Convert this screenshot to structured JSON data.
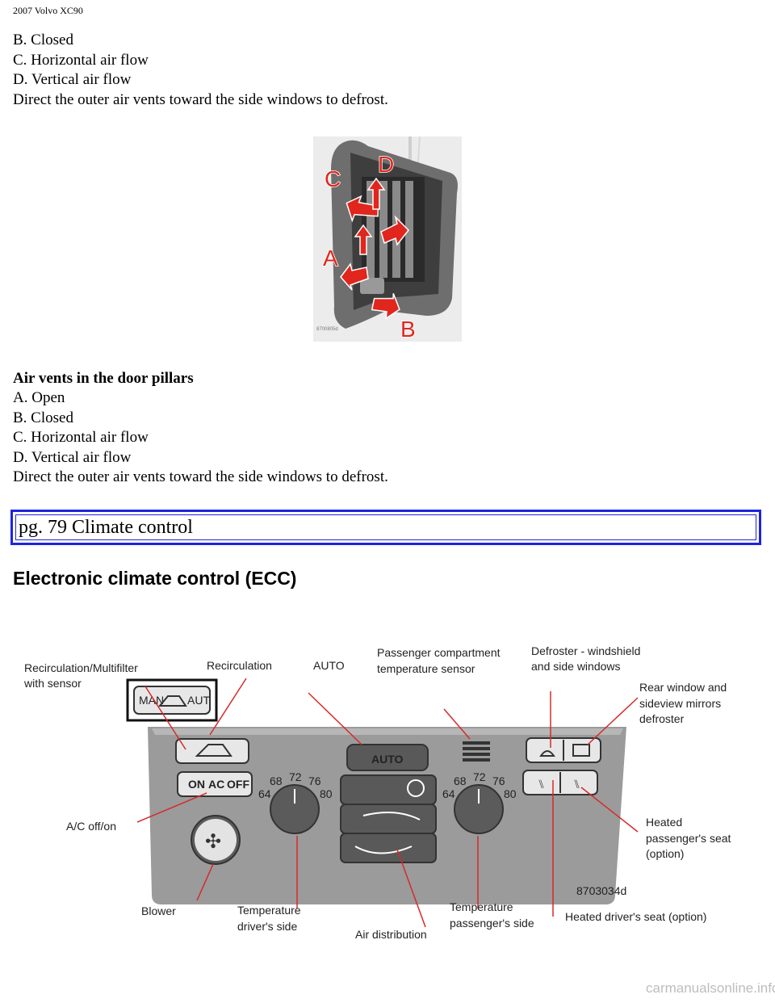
{
  "header": {
    "title": "2007 Volvo XC90"
  },
  "top_text": {
    "line_b": "B. Closed",
    "line_c": "C. Horizontal air flow",
    "line_d": "D. Vertical air flow",
    "line_tip": "Direct the outer air vents toward the side windows to defrost."
  },
  "vent_figure": {
    "label_a": "A",
    "label_b": "B",
    "label_c": "C",
    "label_d": "D",
    "code": "8700805d"
  },
  "section": {
    "heading": "Air vents in the door pillars",
    "line_a": "A. Open",
    "line_b": "B. Closed",
    "line_c": "C. Horizontal air flow",
    "line_d": "D. Vertical air flow",
    "line_tip": "Direct the outer air vents toward the side windows to defrost."
  },
  "page_box": {
    "text": "pg. 79 Climate control"
  },
  "ecc_heading": "Electronic climate control (ECC)",
  "ecc_figure": {
    "labels": {
      "recirc_multi_1": "Recirculation/Multifilter",
      "recirc_multi_2": "with sensor",
      "recirculation": "Recirculation",
      "auto": "AUTO",
      "sensor_1": "Passenger compartment",
      "sensor_2": "temperature sensor",
      "defroster_1": "Defroster - windshield",
      "defroster_2": "and side windows",
      "rear_1": "Rear window and",
      "rear_2": "sideview mirrors",
      "rear_3": "defroster",
      "ac": "A/C off/on",
      "heated_pass_1": "Heated",
      "heated_pass_2": "passenger's seat",
      "heated_pass_3": "(option)",
      "blower": "Blower",
      "temp_driver_1": "Temperature",
      "temp_driver_2": "driver's side",
      "air_dist": "Air distribution",
      "temp_pass_1": "Temperature",
      "temp_pass_2": "passenger's side",
      "heated_driver": "Heated driver's seat (option)"
    },
    "buttons": {
      "auto": "AUTO",
      "ac_on": "ON",
      "ac_mid": "AC",
      "ac_off": "OFF",
      "inset_man": "MAN",
      "inset_aut": "AUT"
    },
    "dial_scale": {
      "t64": "64",
      "t68": "68",
      "t72": "72",
      "t76": "76",
      "t80": "80"
    },
    "code": "8703034d"
  },
  "watermark": "carmanualsonline.info"
}
